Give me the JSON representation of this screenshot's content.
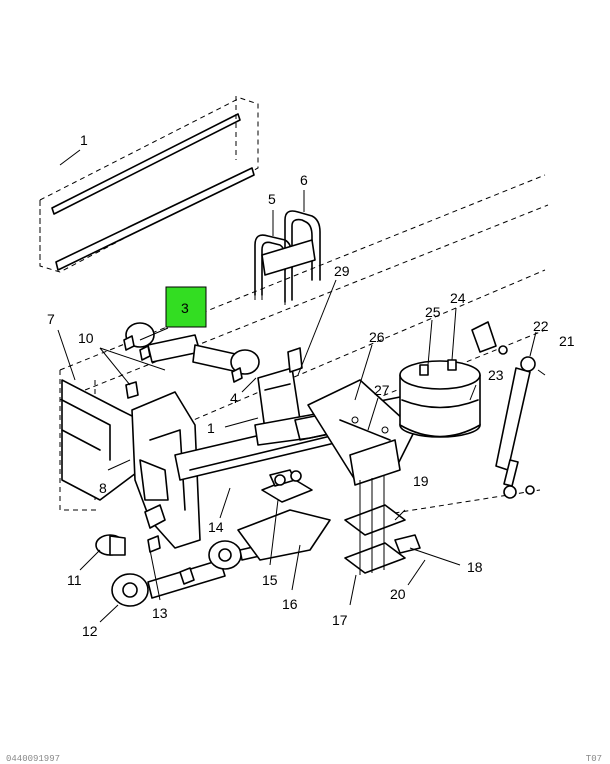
{
  "diagram": {
    "highlighted_part": "3",
    "footer_left": "0440091997",
    "footer_right": "T07",
    "callouts": [
      {
        "id": "c1a",
        "label": "1"
      },
      {
        "id": "c1b",
        "label": "1"
      },
      {
        "id": "c3",
        "label": "3"
      },
      {
        "id": "c4",
        "label": "4"
      },
      {
        "id": "c5",
        "label": "5"
      },
      {
        "id": "c6",
        "label": "6"
      },
      {
        "id": "c7",
        "label": "7"
      },
      {
        "id": "c8",
        "label": "8"
      },
      {
        "id": "c10",
        "label": "10"
      },
      {
        "id": "c11",
        "label": "11"
      },
      {
        "id": "c12",
        "label": "12"
      },
      {
        "id": "c13",
        "label": "13"
      },
      {
        "id": "c14",
        "label": "14"
      },
      {
        "id": "c15",
        "label": "15"
      },
      {
        "id": "c16",
        "label": "16"
      },
      {
        "id": "c17",
        "label": "17"
      },
      {
        "id": "c18",
        "label": "18"
      },
      {
        "id": "c19",
        "label": "19"
      },
      {
        "id": "c20",
        "label": "20"
      },
      {
        "id": "c21",
        "label": "21"
      },
      {
        "id": "c22",
        "label": "22"
      },
      {
        "id": "c23",
        "label": "23"
      },
      {
        "id": "c24",
        "label": "24"
      },
      {
        "id": "c25",
        "label": "25"
      },
      {
        "id": "c26",
        "label": "26"
      },
      {
        "id": "c27",
        "label": "27"
      },
      {
        "id": "c29",
        "label": "29"
      }
    ]
  }
}
